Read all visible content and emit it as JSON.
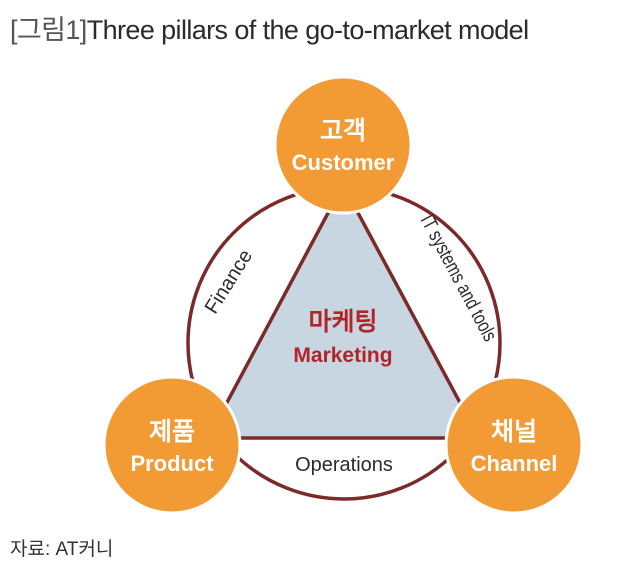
{
  "figure": {
    "tag": "[그림1]",
    "title": "Three pillars of the go-to-market model"
  },
  "center": {
    "label_kr": "마케팅",
    "label_en": "Marketing"
  },
  "nodes": {
    "customer": {
      "label_kr": "고객",
      "label_en": "Customer"
    },
    "product": {
      "label_kr": "제품",
      "label_en": "Product"
    },
    "channel": {
      "label_kr": "채널",
      "label_en": "Channel"
    }
  },
  "edges": {
    "finance": "Finance",
    "it_systems": "IT systems and tools",
    "operations": "Operations"
  },
  "source": "자료: AT커니",
  "colors": {
    "node_fill": "#f29a33",
    "node_stroke": "#ffffff",
    "ring": "#7b2a2a",
    "triangle_fill": "#c8d6e2",
    "center_text": "#b3232a"
  }
}
